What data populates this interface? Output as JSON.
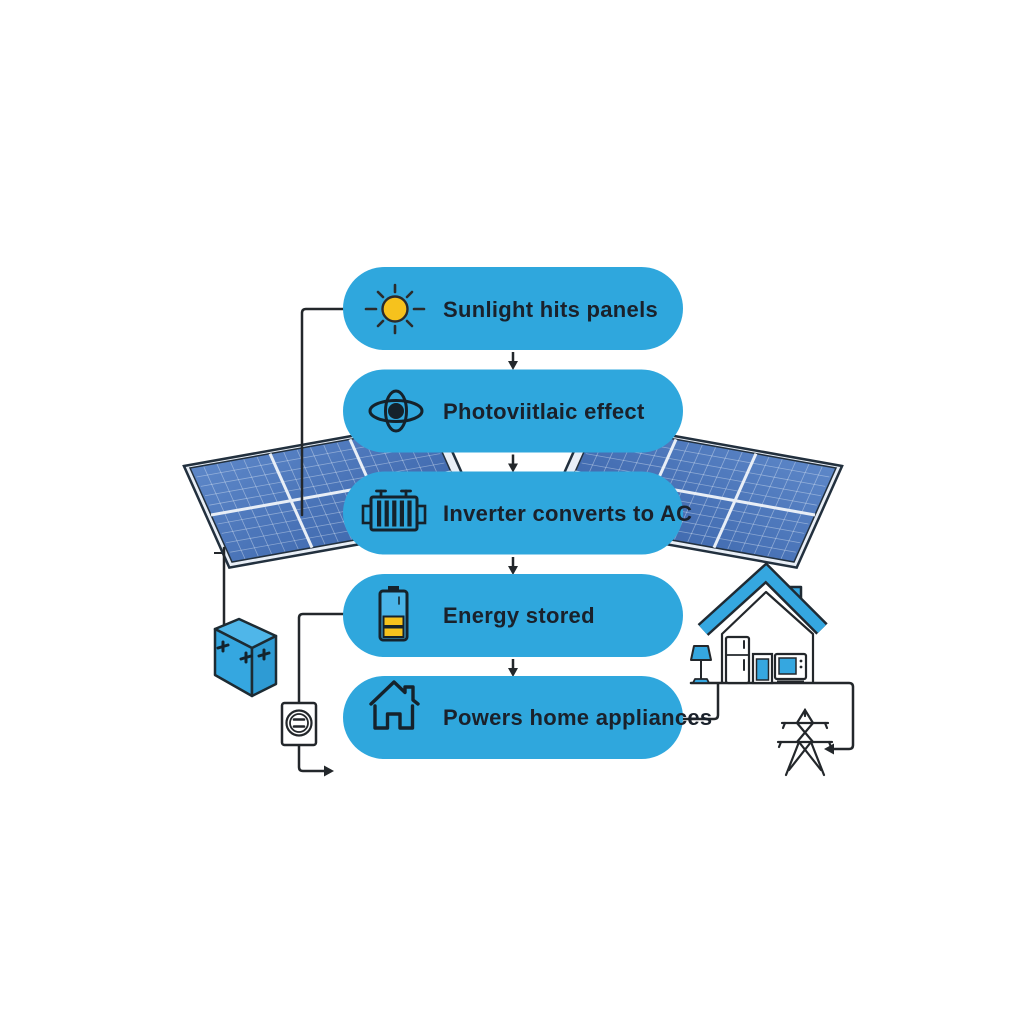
{
  "diagram": {
    "type": "flowchart",
    "subject": "solar-energy-process",
    "steps": [
      {
        "label": "Sunlight hits panels",
        "icon": "sun-icon"
      },
      {
        "label": "Photoviitlaic effect",
        "icon": "atom-icon"
      },
      {
        "label": "Inverter converts to AC",
        "icon": "inverter-icon"
      },
      {
        "label": "Energy stored",
        "icon": "battery-icon"
      },
      {
        "label": "Powers home appliances",
        "icon": "home-icon"
      }
    ],
    "scene_elements": [
      "left-solar-panel",
      "right-solar-panel",
      "battery-box",
      "power-outlet",
      "house-with-appliances",
      "lamp",
      "refrigerator",
      "dishwasher",
      "microwave",
      "transmission-tower"
    ],
    "colors": {
      "pill_blue": "#2FA7DD",
      "scene_blue": "#35A7E0",
      "panel_blue_dark": "#3A63A8",
      "panel_blue_light": "#5D87C8",
      "sun_yellow": "#F6C21D",
      "ink": "#23272B",
      "text": "#1A212B",
      "background": "#FFFFFF"
    }
  }
}
